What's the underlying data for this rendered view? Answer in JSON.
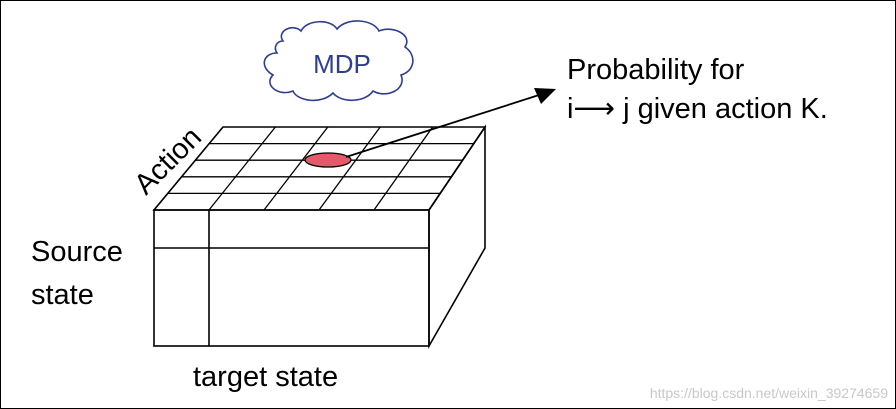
{
  "diagram": {
    "cloud_label": "MDP",
    "axis_labels": {
      "action": "Action",
      "source_line1": "Source",
      "source_line2": "state",
      "target": "target state"
    },
    "annotation": {
      "line1": "Probability for",
      "line2": "i⟶ j given action K."
    },
    "watermark": "https://blog.csdn.net/weixin_39274659",
    "colors": {
      "stroke": "#000000",
      "cloud_stroke": "#2f3f8f",
      "cloud_text": "#2f3f8f",
      "highlight": "#e55a6a",
      "watermark": "#c8c8c8"
    }
  }
}
